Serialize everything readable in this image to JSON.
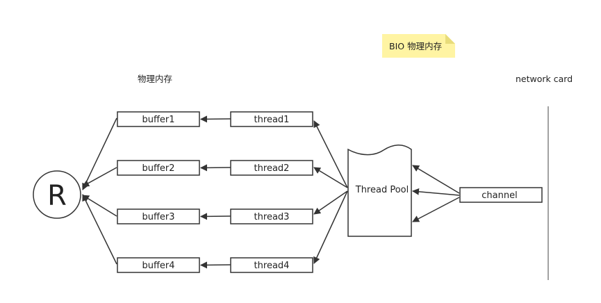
{
  "note": {
    "text": "BIO 物理内存",
    "color": "#fff4a3"
  },
  "labels": {
    "memory": "物理内存",
    "network_card": "network card"
  },
  "r_node": {
    "label": "R"
  },
  "buffers": [
    {
      "label": "buffer1"
    },
    {
      "label": "buffer2"
    },
    {
      "label": "buffer3"
    },
    {
      "label": "buffer4"
    }
  ],
  "threads": [
    {
      "label": "thread1"
    },
    {
      "label": "thread2"
    },
    {
      "label": "thread3"
    },
    {
      "label": "thread4"
    }
  ],
  "pool": {
    "label": "Thread Pool"
  },
  "channel": {
    "label": "channel"
  },
  "colors": {
    "stroke": "#333333",
    "note_fold": "#e8dc7a"
  }
}
